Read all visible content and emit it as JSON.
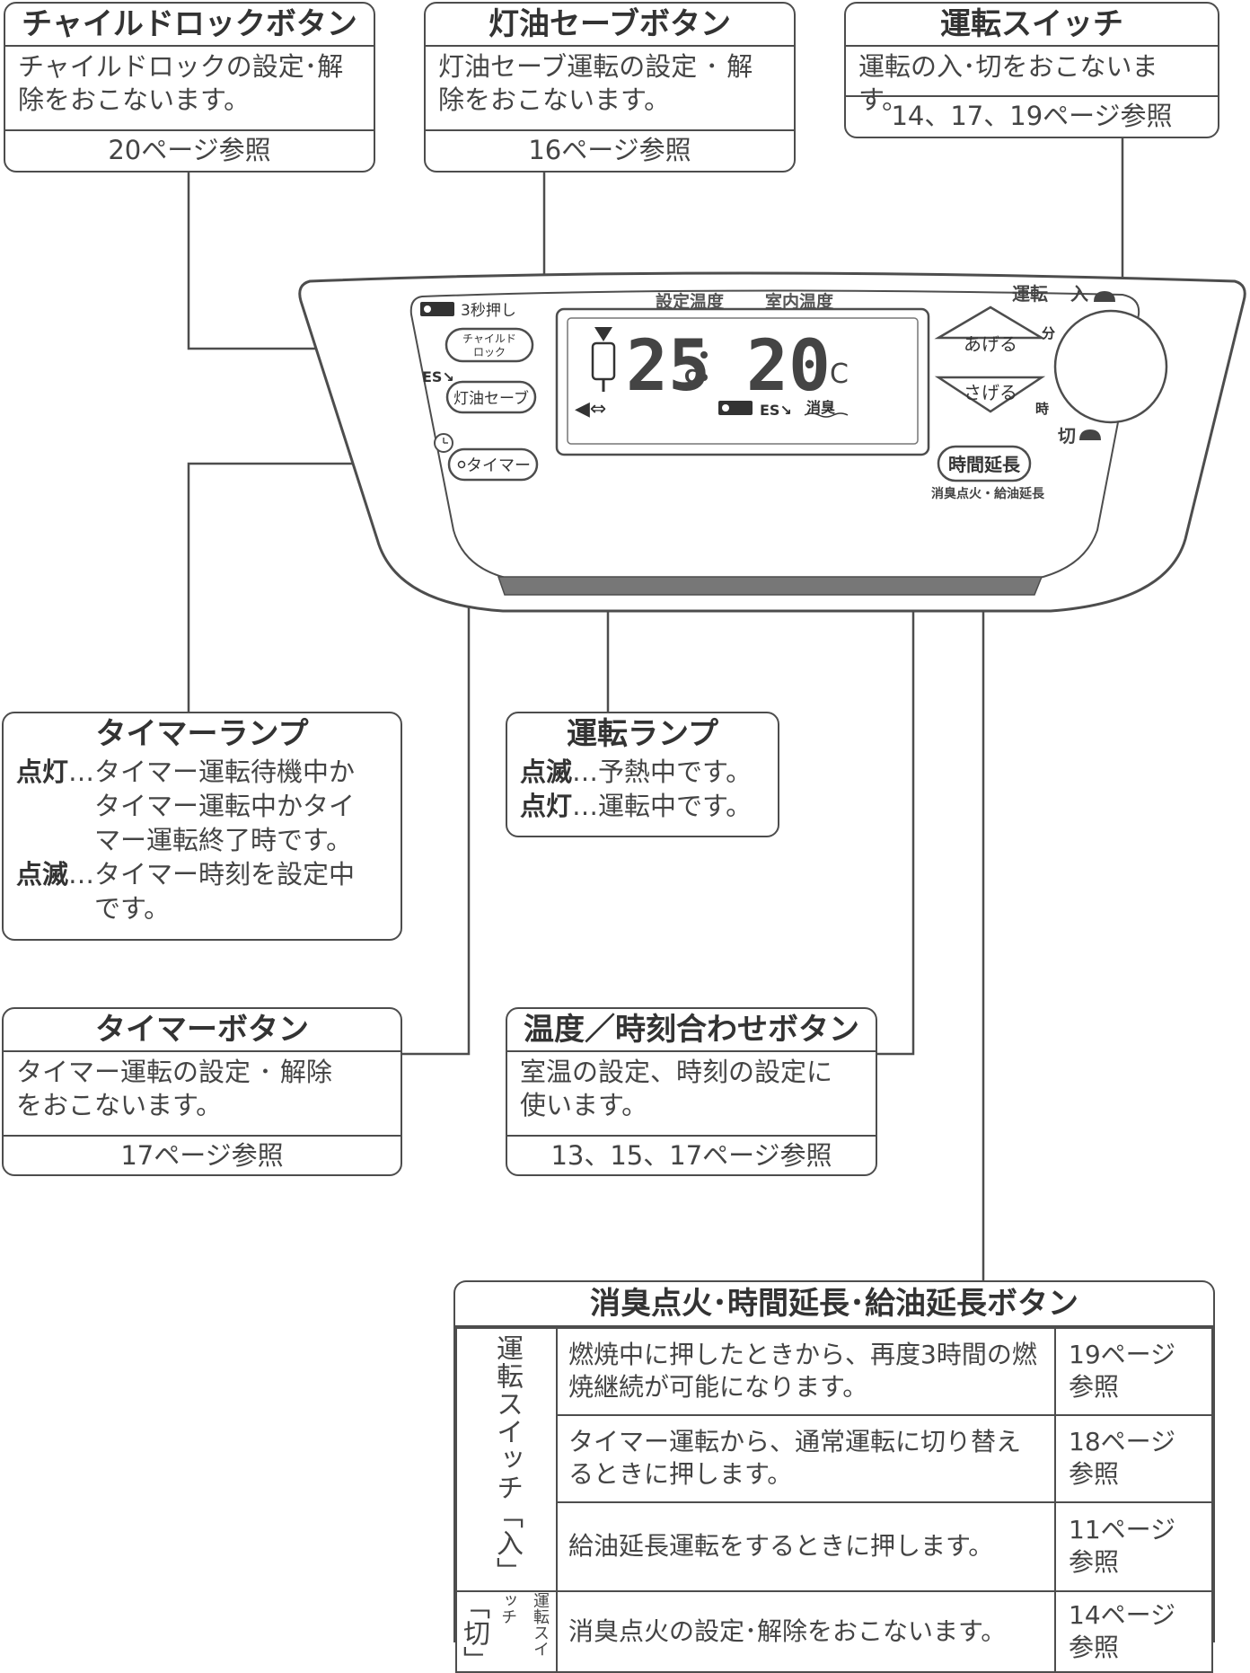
{
  "child_lock_box": {
    "title": "チャイルドロックボタン",
    "desc": "チャイルドロックの設定･解\n除をおこないます。",
    "ref": "20ページ参照"
  },
  "kerosene_save_box": {
    "title": "灯油セーブボタン",
    "desc": "灯油セーブ運転の設定 ･ 解\n除をおこないます。",
    "ref": "16ページ参照"
  },
  "run_switch_box": {
    "title": "運転スイッチ",
    "desc": "運転の入･切をおこないます。",
    "ref": "14、17、19ページ参照"
  },
  "panel": {
    "label_3sec": "3秒押し",
    "btn_child_lock_1": "チャイルド",
    "btn_child_lock_2": "ロック",
    "btn_kerosene_save": "灯油セーブ",
    "btn_timer": "タイマー",
    "label_set_temp": "設定温度",
    "label_room_temp": "室内温度",
    "lcd_set_value": "25",
    "lcd_room_value": "20",
    "lcd_unit": "C",
    "lcd_deodorize": "消臭",
    "btn_up": "あげる",
    "btn_down": "さげる",
    "label_min": "分",
    "label_hour": "時",
    "label_run": "運転",
    "label_on": "入",
    "label_off": "切",
    "btn_time_extend": "時間延長",
    "label_deodor_fuel": "消臭点火・給油延長"
  },
  "timer_lamp_box": {
    "title": "タイマーランプ",
    "rows": [
      {
        "key": "点灯",
        "sep": "…",
        "text": "タイマー運転待機中か\nタイマー運転中かタイ\nマー運転終了時です。"
      },
      {
        "key": "点滅",
        "sep": "…",
        "text": "タイマー時刻を設定中\nです。"
      }
    ]
  },
  "run_lamp_box": {
    "title": "運転ランプ",
    "rows": [
      {
        "key": "点滅",
        "sep": "…",
        "text": "予熱中です。"
      },
      {
        "key": "点灯",
        "sep": "…",
        "text": "運転中です。"
      }
    ]
  },
  "timer_button_box": {
    "title": "タイマーボタン",
    "desc": "タイマー運転の設定 ･ 解除\nをおこないます。",
    "ref": "17ページ参照"
  },
  "temp_time_box": {
    "title": "温度／時刻合わせボタン",
    "desc": "室温の設定、時刻の設定に\n使います。",
    "ref": "13、15、17ページ参照"
  },
  "deodor_table": {
    "title": "消臭点火･時間延長･給油延長ボタン",
    "group_on": "運転スイッチ「入」",
    "group_off_small": "運転スイッチ",
    "group_off": "「切」",
    "rows": [
      {
        "text": "燃焼中に押したときから、再度3時間の燃焼継続が可能になります。",
        "ref": "19ページ\n参照"
      },
      {
        "text": "タイマー運転から、通常運転に切り替えるときに押します。",
        "ref": "18ページ\n参照"
      },
      {
        "text": "給油延長運転をするときに押します。",
        "ref": "11ページ\n参照"
      },
      {
        "text": "消臭点火の設定･解除をおこないます。",
        "ref": "14ページ\n参照"
      }
    ]
  }
}
